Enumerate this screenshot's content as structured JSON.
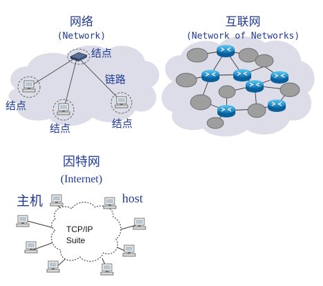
{
  "network": {
    "title": "网络",
    "subtitle": "(Network)",
    "node_label_top": "结点",
    "node_label_left": "结点",
    "node_label_middle": "结点",
    "node_label_right": "结点",
    "link_label": "链路"
  },
  "internetwork": {
    "title": "互联网",
    "subtitle": "(Network of Networks)"
  },
  "internet": {
    "title": "因特网",
    "subtitle": "(Internet)",
    "host_label_cn": "主机",
    "host_label_en": "host",
    "core_line1": "TCP/IP",
    "core_line2": "Suite"
  },
  "colors": {
    "label_blue": "#1f3a93",
    "cloud_gray": "#dcdde8",
    "router_blue": "#1a9ad6",
    "cloud_small": "#9e9e9e"
  }
}
